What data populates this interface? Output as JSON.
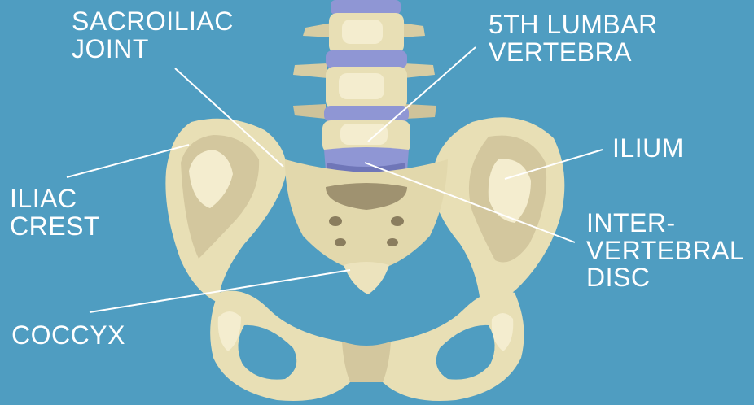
{
  "labels": {
    "sacroiliac_joint": [
      "SACROILIAC",
      "JOINT"
    ],
    "fifth_lumbar_vertebra": [
      "5TH LUMBAR",
      "VERTEBRA"
    ],
    "ilium": [
      "ILIUM"
    ],
    "iliac_crest": [
      "ILIAC",
      "CREST"
    ],
    "intervertebral_disc": [
      "INTER-",
      "VERTEBRAL",
      "DISC"
    ],
    "coccyx": [
      "COCCYX"
    ]
  },
  "colors": {
    "background": "#4f9dc1",
    "bone": "#e8dfb5",
    "bone_shade": "#cfc39a",
    "bone_dark": "#b3a67d",
    "bone_light": "#f4edcf",
    "disc": "#8f96d4",
    "disc_shade": "#6f76b8",
    "leader_line": "#ffffff",
    "label_text": "#ffffff"
  }
}
